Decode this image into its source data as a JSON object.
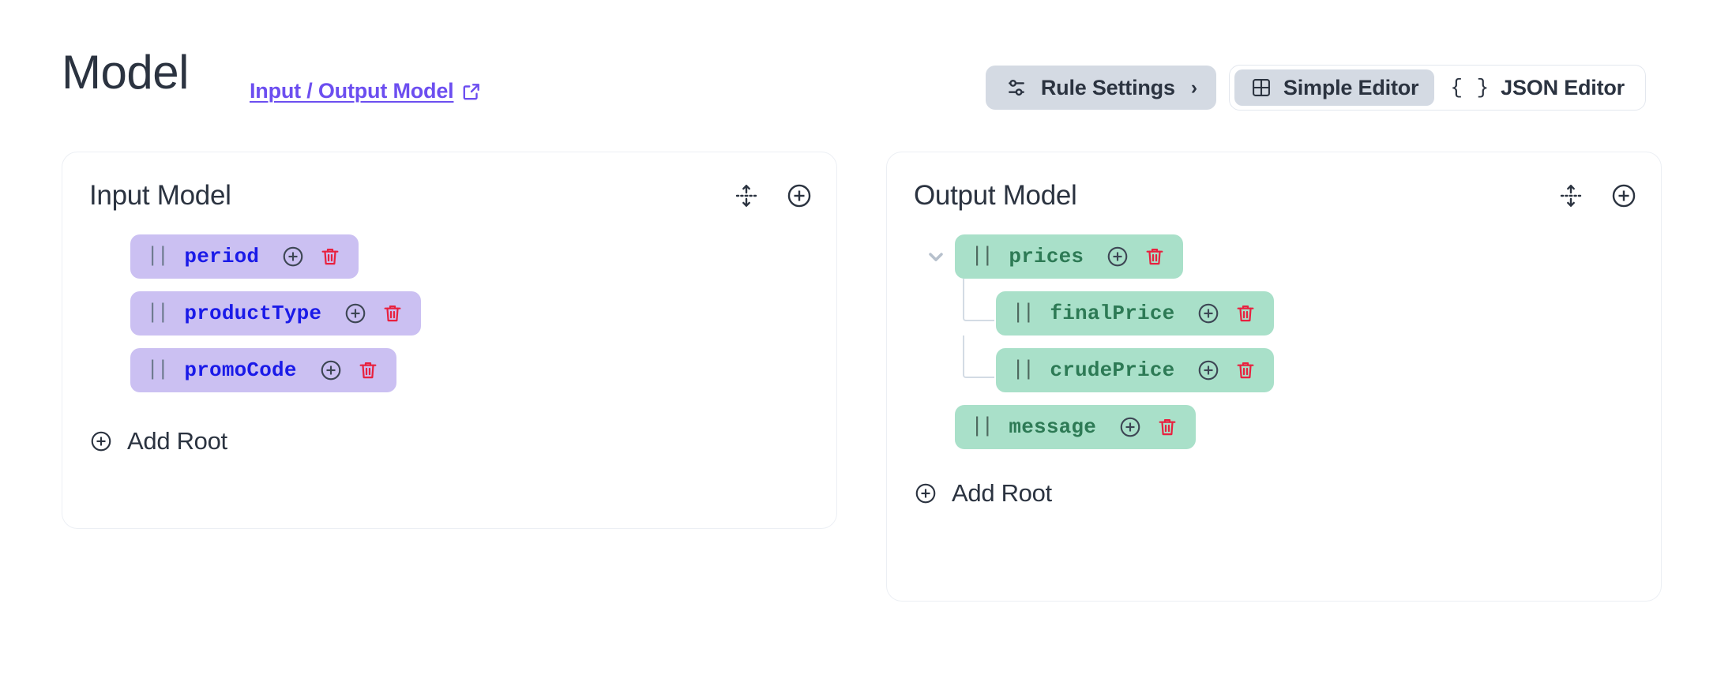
{
  "header": {
    "title": "Model",
    "link_label": "Input / Output Model",
    "link_icon": "external-link-icon",
    "accent_color": "#6c4ef0"
  },
  "top_controls": {
    "rule_settings": {
      "label": "Rule Settings",
      "icon": "sliders-icon",
      "chevron": "›",
      "background": "#d4dae3"
    },
    "editor_tabs": [
      {
        "label": "Simple Editor",
        "icon": "grid-icon",
        "active": true
      },
      {
        "label": "JSON Editor",
        "icon": "curly-braces-icon",
        "active": false
      }
    ]
  },
  "panels": [
    {
      "id": "input",
      "title": "Input Model",
      "actions": [
        {
          "name": "expand-collapse-icon"
        },
        {
          "name": "add-icon"
        }
      ],
      "chip_background": "#cbc0f2",
      "chip_text_color": "#1a1ae8",
      "add_root_label": "Add Root",
      "nodes": [
        {
          "label": "period",
          "depth": 0,
          "collapsible": false
        },
        {
          "label": "productType",
          "depth": 0,
          "collapsible": false
        },
        {
          "label": "promoCode",
          "depth": 0,
          "collapsible": false
        }
      ]
    },
    {
      "id": "output",
      "title": "Output Model",
      "actions": [
        {
          "name": "expand-collapse-icon"
        },
        {
          "name": "add-icon"
        }
      ],
      "chip_background": "#a9e0c9",
      "chip_text_color": "#2d7a55",
      "add_root_label": "Add Root",
      "nodes": [
        {
          "label": "prices",
          "depth": 0,
          "collapsible": true,
          "expanded": true
        },
        {
          "label": "finalPrice",
          "depth": 1,
          "collapsible": false
        },
        {
          "label": "crudePrice",
          "depth": 1,
          "collapsible": false
        },
        {
          "label": "message",
          "depth": 0,
          "collapsible": false
        }
      ]
    }
  ],
  "row_icons": {
    "drag_handle": "drag-handle-icon",
    "add": "add-circle-icon",
    "delete": "delete-icon",
    "delete_color": "#e8213f"
  }
}
